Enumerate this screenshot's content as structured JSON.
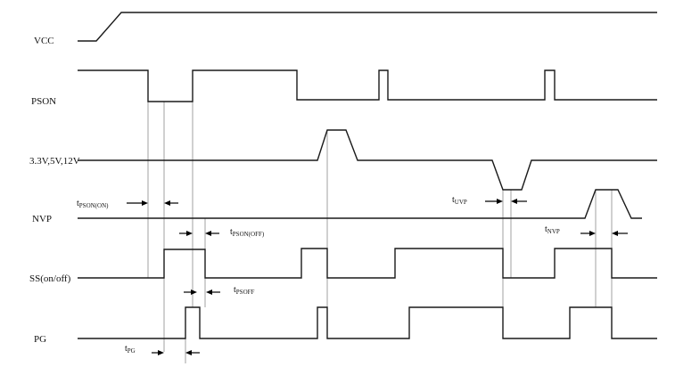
{
  "signals": [
    {
      "id": "vcc",
      "label": "VCC"
    },
    {
      "id": "pson",
      "label": "PSON"
    },
    {
      "id": "rail",
      "label": "3.3V,5V,12V"
    },
    {
      "id": "nvp",
      "label": "NVP"
    },
    {
      "id": "ss",
      "label": "SS(on/off)"
    },
    {
      "id": "pg",
      "label": "PG"
    }
  ],
  "timings": [
    {
      "id": "t_pson_on",
      "base": "t",
      "sub": "PSON(ON)"
    },
    {
      "id": "t_pson_off",
      "base": "t",
      "sub": "PSON(OFF)"
    },
    {
      "id": "t_psoff",
      "base": "t",
      "sub": "PSOFF"
    },
    {
      "id": "t_pg",
      "base": "t",
      "sub": "PG"
    },
    {
      "id": "t_uvp",
      "base": "t",
      "sub": "UVP"
    },
    {
      "id": "t_nvp",
      "base": "t",
      "sub": "NVP"
    }
  ]
}
